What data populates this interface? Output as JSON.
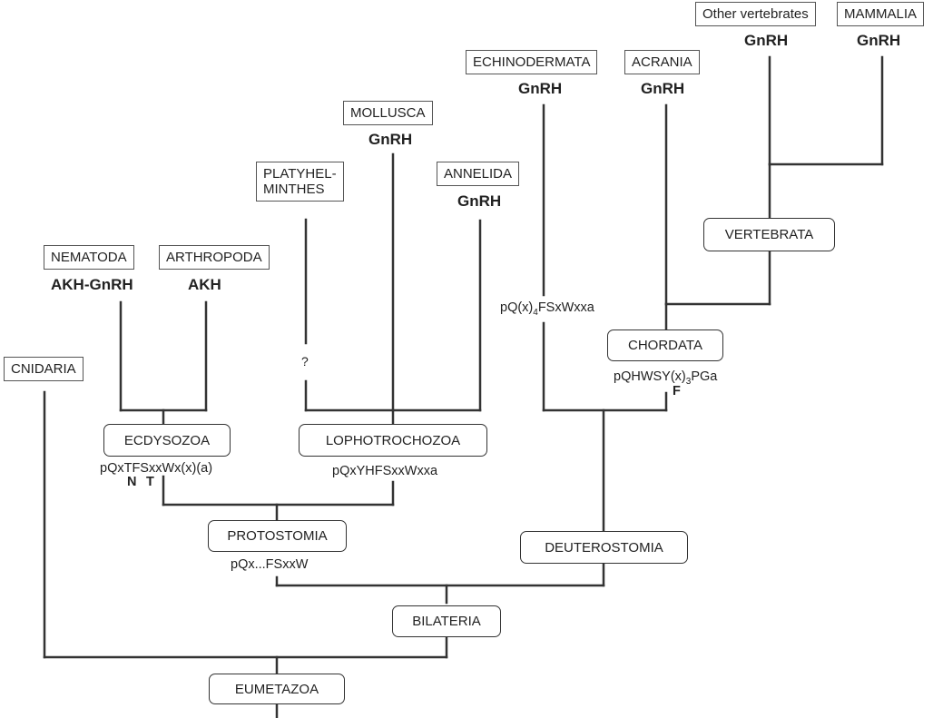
{
  "taxa": {
    "cnidaria": "CNIDARIA",
    "nematoda": "NEMATODA",
    "arthropoda": "ARTHROPODA",
    "platyhelminthes_line1": "PLATYHEL-",
    "platyhelminthes_line2": "MINTHES",
    "mollusca": "MOLLUSCA",
    "annelida": "ANNELIDA",
    "echinodermata": "ECHINODERMATA",
    "acrania": "ACRANIA",
    "other_vertebrates": "Other vertebrates",
    "mammalia": "MAMMALIA"
  },
  "hormones": {
    "nematoda": "AKH-GnRH",
    "arthropoda": "AKH",
    "mollusca": "GnRH",
    "annelida": "GnRH",
    "echinodermata": "GnRH",
    "acrania": "GnRH",
    "other_vertebrates": "GnRH",
    "mammalia": "GnRH"
  },
  "clades": {
    "eumetazoa": "EUMETAZOA",
    "bilateria": "BILATERIA",
    "protostomia": "PROTOSTOMIA",
    "deuterostomia": "DEUTEROSTOMIA",
    "ecdysozoa": "ECDYSOZOA",
    "lophotrochozoa": "LOPHOTROCHOZOA",
    "chordata": "CHORDATA",
    "vertebrata": "VERTEBRATA"
  },
  "sequences": {
    "ecdysozoa": "pQxTFSxxWx(x)(a)",
    "ecdysozoa_variants": {
      "n": "N",
      "t": "T"
    },
    "lophotrochozoa": "pQxYHFSxxWxxa",
    "protostomia": "pQx...FSxxW",
    "echinodermata": {
      "pre": "pQ(x)",
      "sub": "4",
      "post": "FSxWxxa"
    },
    "chordata": {
      "pre": "pQHWSY(x)",
      "sub": "3",
      "post": "PGa"
    },
    "chordata_variant": "F"
  },
  "platyhelminthes_unknown": "?"
}
